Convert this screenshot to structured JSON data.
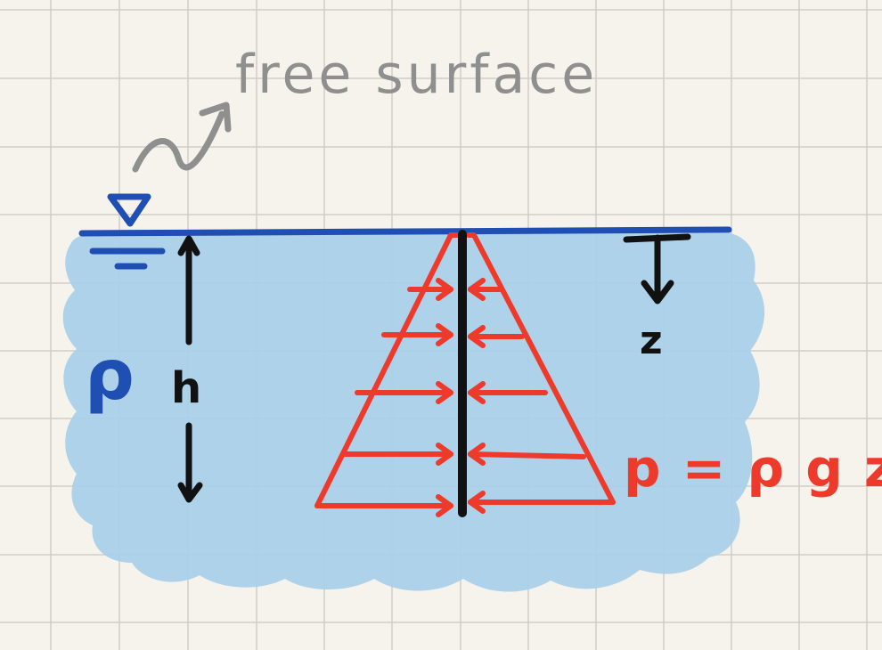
{
  "labels": {
    "free_surface": "free surface",
    "density": "ρ",
    "height": "h",
    "depth": "z",
    "pressure_equation": "p = ρ g z"
  },
  "colors": {
    "paper": "#f6f3ec",
    "grid": "#cfcac2",
    "water": "#a9d0ea",
    "surface_line": "#1f4fb3",
    "pressure": "#ee3a2b",
    "ink": "#111111",
    "annotation": "#8f8f8f"
  }
}
